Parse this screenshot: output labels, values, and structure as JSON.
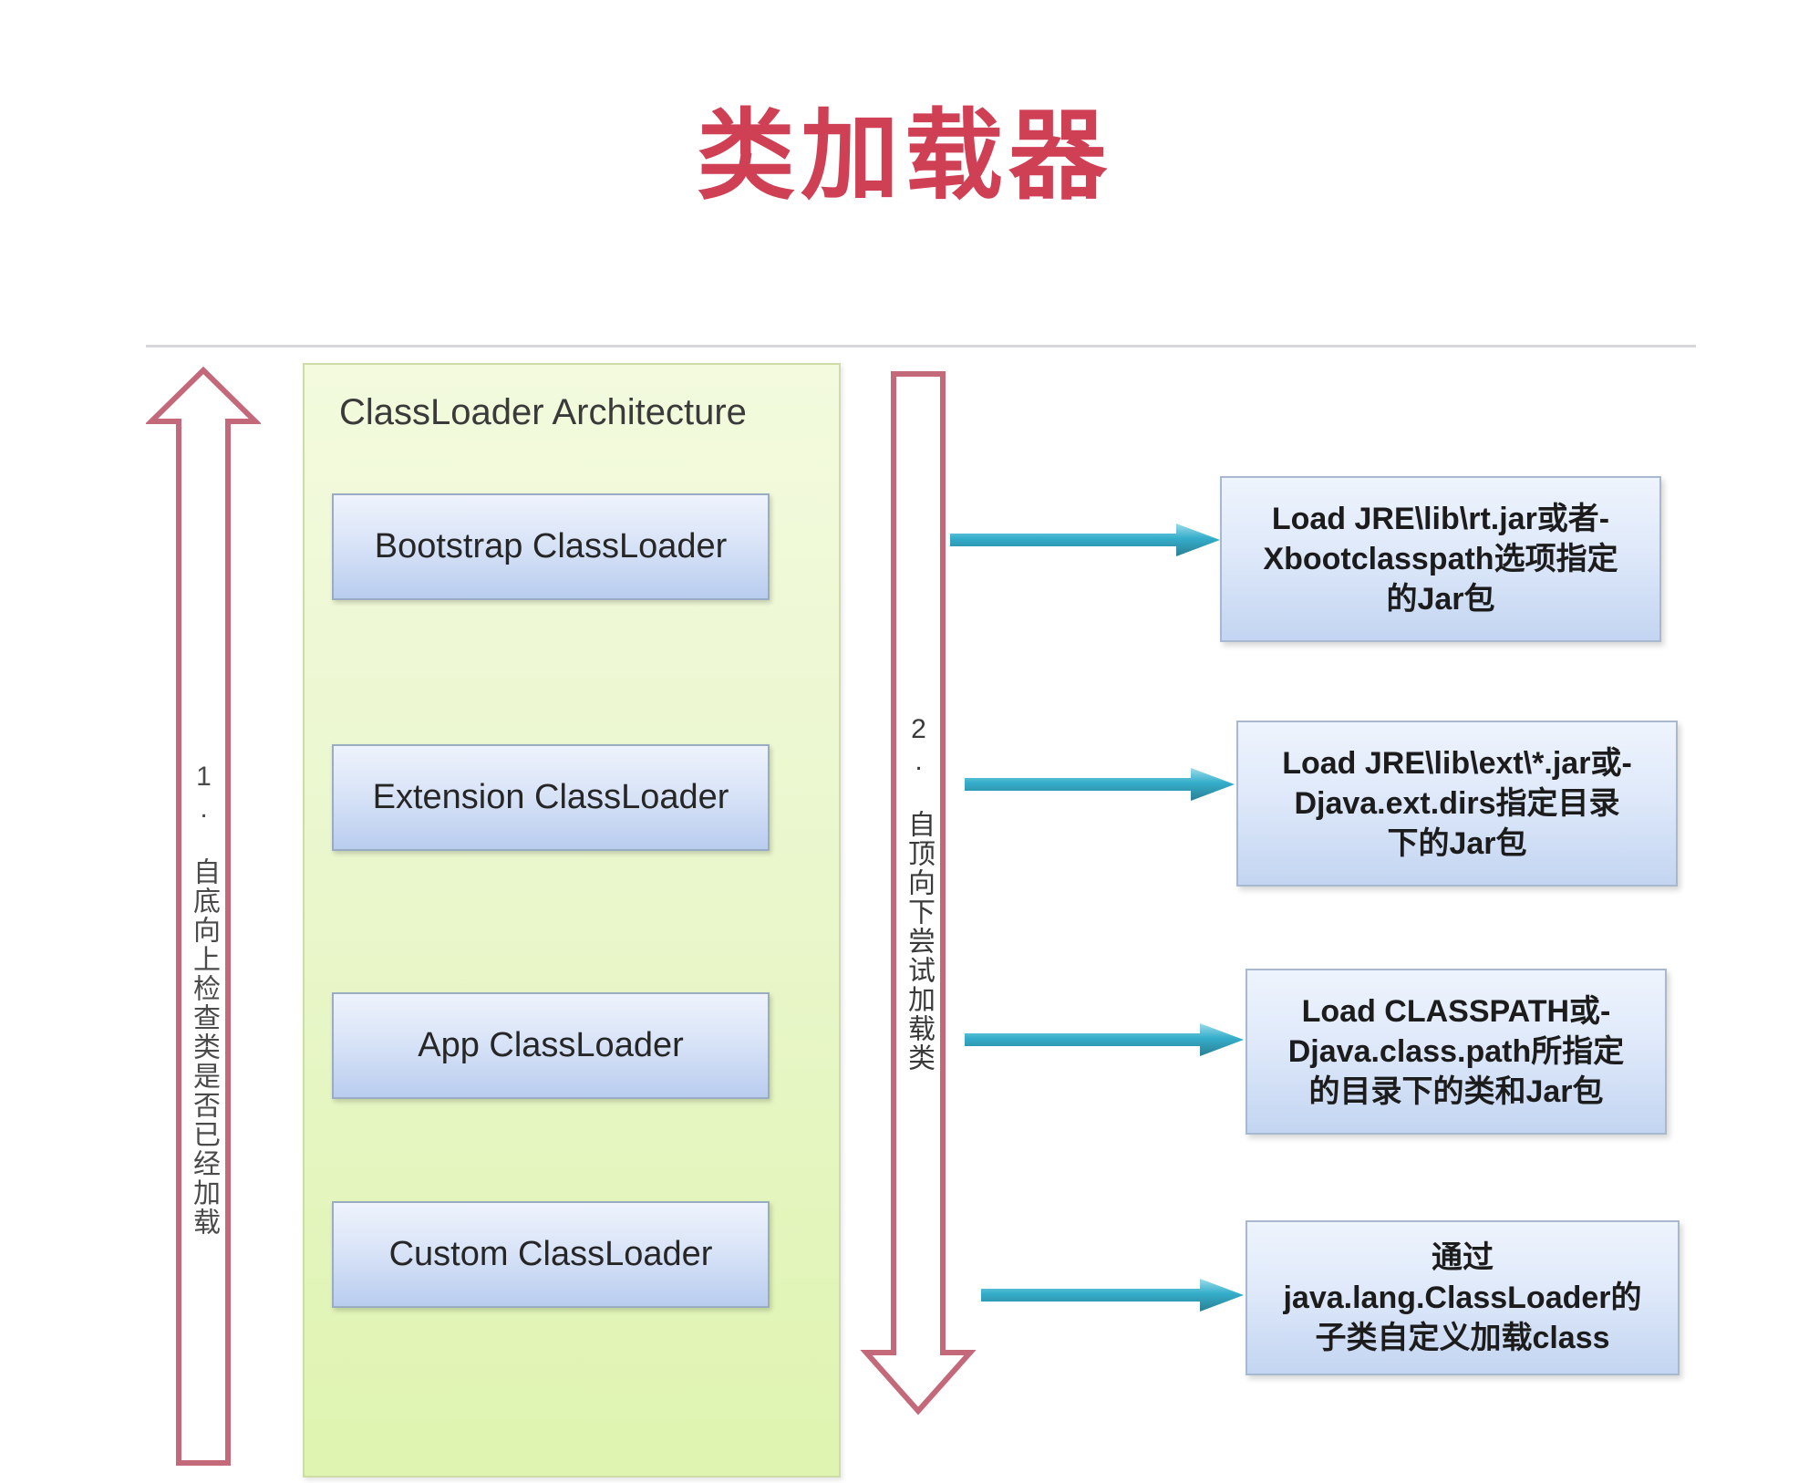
{
  "page": {
    "title": "类加载器",
    "title_color": "#cf4055",
    "background": "#ffffff"
  },
  "architecture_panel": {
    "label": "ClassLoader Architecture",
    "fill_color": "#e8f6c8",
    "border_color": "#cfdca8",
    "loaders": [
      {
        "name": "Bootstrap ClassLoader"
      },
      {
        "name": "Extension ClassLoader"
      },
      {
        "name": "App ClassLoader"
      },
      {
        "name": "Custom ClassLoader"
      }
    ]
  },
  "arrows": {
    "up_arrow": {
      "label": "1. 自底向上检查类是否已经加载",
      "direction": "up",
      "color": "#c4697a"
    },
    "down_arrow": {
      "label": "2. 自顶向下尝试加载类",
      "direction": "down",
      "color": "#c4697a"
    },
    "connectors": [
      {
        "name": "bootstrap-connector",
        "color": "#2aa3c4"
      },
      {
        "name": "extension-connector",
        "color": "#2aa3c4"
      },
      {
        "name": "app-connector",
        "color": "#2aa3c4"
      },
      {
        "name": "custom-connector",
        "color": "#2aa3c4"
      }
    ]
  },
  "descriptions": [
    {
      "id": "bootstrap-desc",
      "lines": [
        "Load JRE\\lib\\rt.jar或者-",
        "Xbootclasspath选项指定",
        "的Jar包"
      ]
    },
    {
      "id": "extension-desc",
      "lines": [
        "Load JRE\\lib\\ext\\*.jar或-",
        "Djava.ext.dirs指定目录",
        "下的Jar包"
      ]
    },
    {
      "id": "app-desc",
      "lines": [
        "Load CLASSPATH或-",
        "Djava.class.path所指定",
        "的目录下的类和Jar包"
      ]
    },
    {
      "id": "custom-desc",
      "lines": [
        "通过",
        "java.lang.ClassLoader的",
        "子类自定义加载class"
      ]
    }
  ]
}
